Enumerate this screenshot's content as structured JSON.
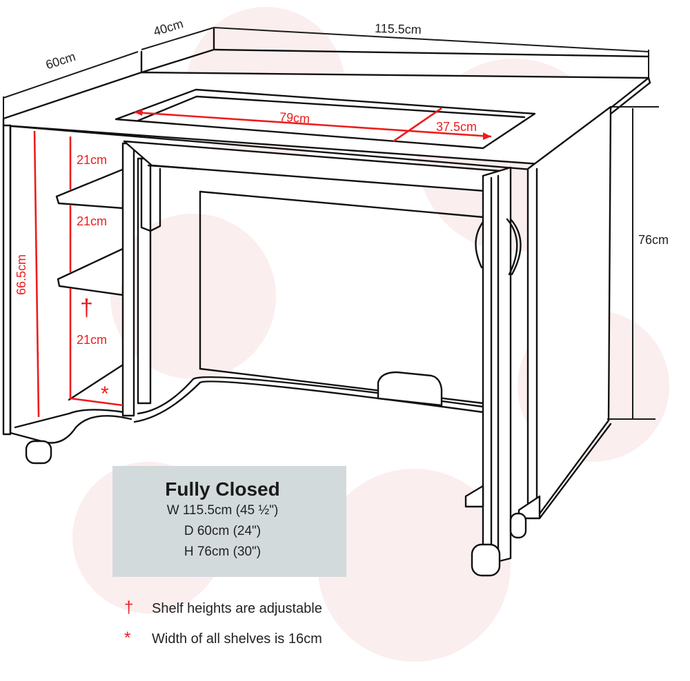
{
  "diagram": {
    "subject": "Sewing cabinet dimension drawing (fully closed)",
    "dimensions": {
      "depth_back": "60cm",
      "depth_top_extension": "40cm",
      "width": "115.5cm",
      "opening_length": "79cm",
      "opening_width": "37.5cm",
      "height": "76cm",
      "side_height": "66.5cm",
      "shelf_gap_1": "21cm",
      "shelf_gap_2": "21cm",
      "shelf_gap_3": "21cm",
      "dagger_mark": "†",
      "star_mark": "*"
    },
    "colors": {
      "line": "#111111",
      "dimension_red": "#ee1c1c",
      "info_box_bg": "#d3dadc",
      "watermark": "#fbeeee"
    }
  },
  "info_box": {
    "title": "Fully Closed",
    "rows": [
      "W 115.5cm (45 ½\")",
      "D 60cm (24\")",
      "H 76cm (30\")"
    ]
  },
  "notes": [
    {
      "symbol": "†",
      "text": "Shelf heights are adjustable"
    },
    {
      "symbol": "*",
      "text": "Width of all shelves is 16cm"
    }
  ]
}
